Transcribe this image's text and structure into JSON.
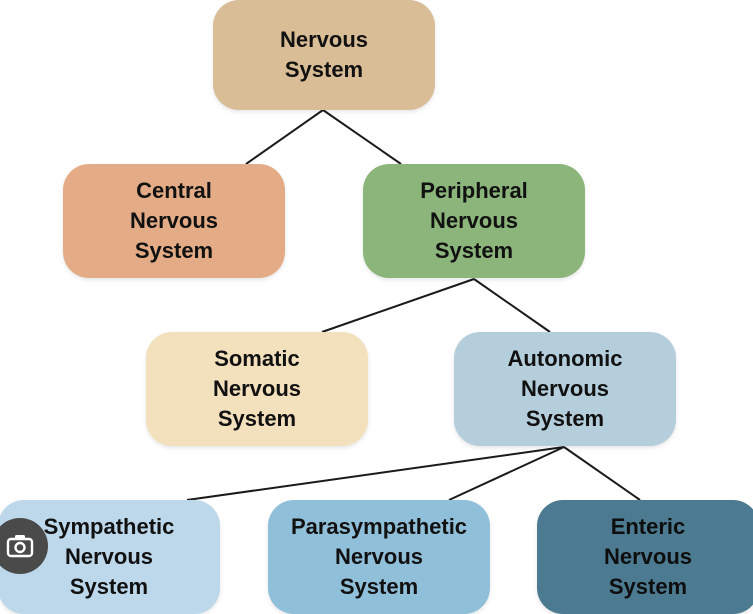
{
  "nodes": {
    "root": {
      "label": "Nervous\nSystem",
      "color": "#d9bd97"
    },
    "central": {
      "label": "Central\nNervous\nSystem",
      "color": "#e3ac86"
    },
    "peripheral": {
      "label": "Peripheral\nNervous\nSystem",
      "color": "#8bb57a"
    },
    "somatic": {
      "label": "Somatic\nNervous\nSystem",
      "color": "#f3e0bd"
    },
    "autonomic": {
      "label": "Autonomic\nNervous\nSystem",
      "color": "#b5cedc"
    },
    "sympathetic": {
      "label": "Sympathetic\nNervous\nSystem",
      "color": "#bcd8ea"
    },
    "parasympathetic": {
      "label": "Parasympathetic\nNervous\nSystem",
      "color": "#8fbfd9"
    },
    "enteric": {
      "label": "Enteric\nNervous\nSystem",
      "color": "#4c7a91"
    }
  },
  "edges": [
    [
      "root",
      "central"
    ],
    [
      "root",
      "peripheral"
    ],
    [
      "peripheral",
      "somatic"
    ],
    [
      "peripheral",
      "autonomic"
    ],
    [
      "autonomic",
      "sympathetic"
    ],
    [
      "autonomic",
      "parasympathetic"
    ],
    [
      "autonomic",
      "enteric"
    ]
  ],
  "line_color": "#1a1a1a",
  "lens_icon": "camera-lens-icon"
}
